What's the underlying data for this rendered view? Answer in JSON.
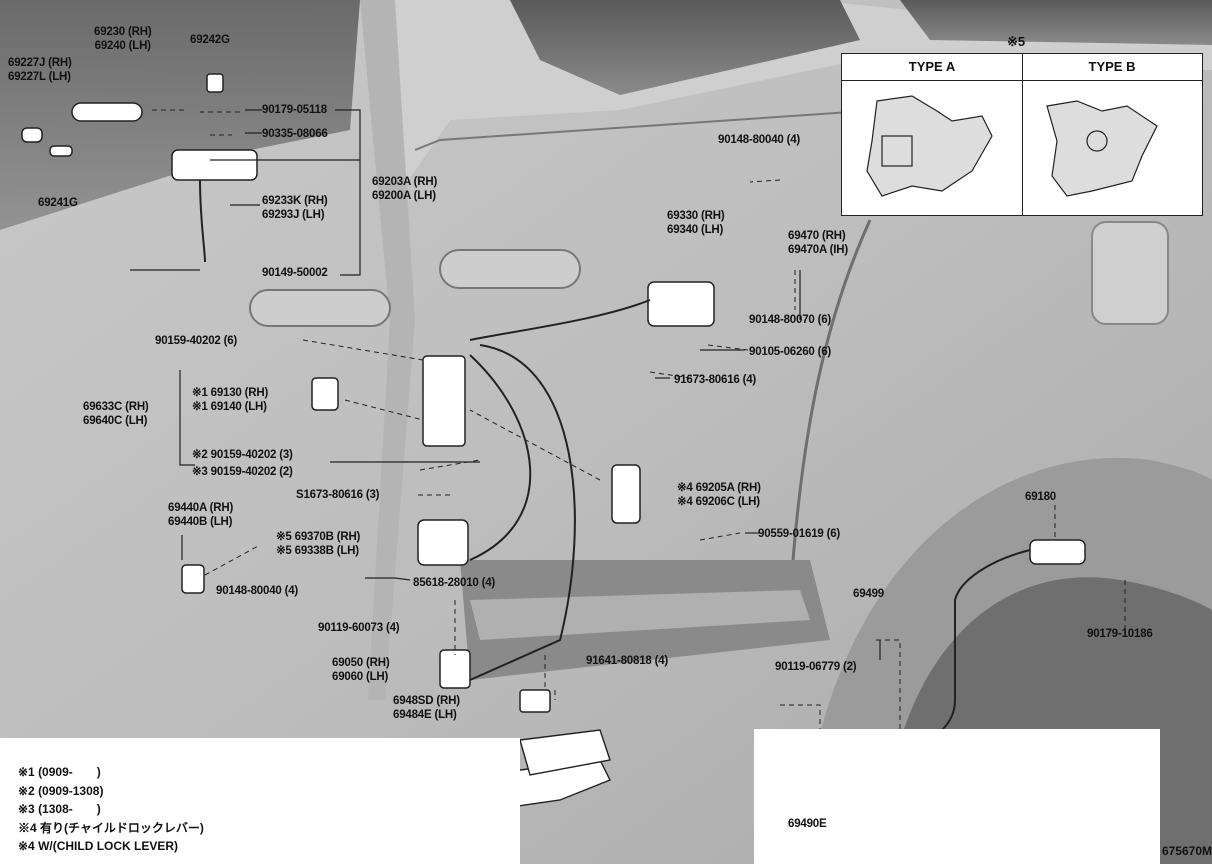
{
  "type_box": {
    "marker": "※5",
    "type_a": "TYPE A",
    "type_b": "TYPE B"
  },
  "labels": {
    "p69227": [
      "69227J (RH)",
      "69227L (LH)"
    ],
    "p69230": [
      "69230 (RH)",
      "69240 (LH)"
    ],
    "p69242G": "69242G",
    "p69241G": "69241G",
    "p90179_05118": "90179-05118",
    "p90335_08066": "90335-08066",
    "p69203A": [
      "69203A (RH)",
      "69200A (LH)"
    ],
    "p69233K": [
      "69233K (RH)",
      "69293J (LH)"
    ],
    "p90149_50002": "90149-50002",
    "p90148_80040_4a": "90148-80040 (4)",
    "p69330": [
      "69330 (RH)",
      "69340 (LH)"
    ],
    "p69470": [
      "69470 (RH)",
      "69470A (IH)"
    ],
    "p90148_80070": "90148-80070 (6)",
    "p90105_06260": "90105-06260 (6)",
    "p90159_40202_6": "90159-40202 (6)",
    "p91673_80616": "91673-80616 (4)",
    "p69633C": [
      "69633C (RH)",
      "69640C (LH)"
    ],
    "p69130": [
      "※1 69130 (RH)",
      "※1 69140 (LH)"
    ],
    "p90159_40202_3": "※2 90159-40202 (3)",
    "p90159_40202_2": "※3 90159-40202 (2)",
    "p51673": "S1673-80616 (3)",
    "p69205A": [
      "※4 69205A (RH)",
      "※4 69206C (LH)"
    ],
    "p69440A": [
      "69440A (RH)",
      "69440B (LH)"
    ],
    "p69370B": [
      "※5 69370B (RH)",
      "※5 69338B (LH)"
    ],
    "p90559": "90559-01619 (6)",
    "p90148_80040_4b": "90148-80040 (4)",
    "p85618": "85618-28010 (4)",
    "p69180": "69180",
    "p69499": "69499",
    "p90119_60073": "90119-60073 (4)",
    "p91641": "91641-80818 (4)",
    "p90179_10186": "90179-10186",
    "p90119_06779": "90119-06779 (2)",
    "p69050": [
      "69050 (RH)",
      "69060 (LH)"
    ],
    "p6948SD": [
      "6948SD (RH)",
      "69484E (LH)"
    ],
    "p69490E": "69490E"
  },
  "notes": [
    "※1 (0909-　　)",
    "※2 (0909-1308)",
    "※3 (1308-　　)",
    "※4 有り(チャイルドロックレバー)",
    "※4 W/(CHILD LOCK LEVER)"
  ],
  "doc_code": "675670M"
}
